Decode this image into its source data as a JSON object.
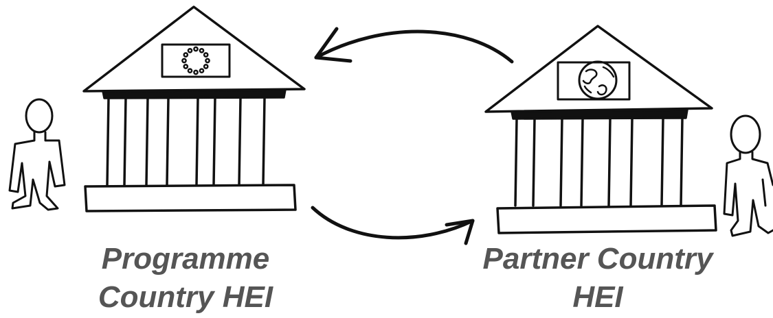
{
  "labels": {
    "left": {
      "line1": "Programme",
      "line2": "Country HEI"
    },
    "right": {
      "line1": "Partner Country",
      "line2": "HEI"
    }
  },
  "icons": {
    "left_flag": "eu-flag-icon",
    "right_flag": "globe-flag-icon"
  },
  "colors": {
    "ink": "#111111",
    "label_text": "#555555",
    "background": "#ffffff"
  }
}
